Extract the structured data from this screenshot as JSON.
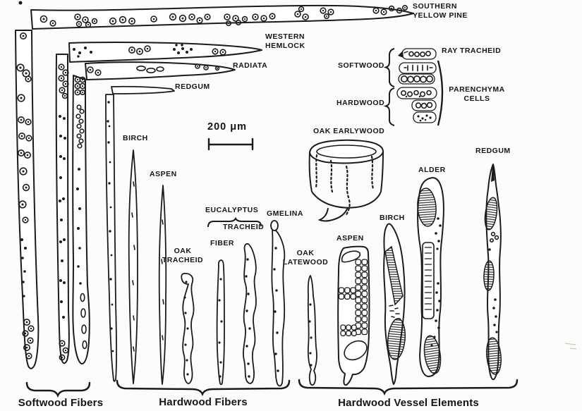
{
  "scale_bar": {
    "label": "200 μm"
  },
  "groups": {
    "softwood_fibers": "Softwood Fibers",
    "hardwood_fibers": "Hardwood Fibers",
    "hardwood_vessel_elements": "Hardwood Vessel Elements"
  },
  "softwood": {
    "southern_yellow_pine": "SOUTHERN\nYELLOW PINE",
    "western_hemlock": "WESTERN\nHEMLOCK",
    "radiata": "RADIATA"
  },
  "hardwood": {
    "redgum": "REDGUM",
    "birch": "BIRCH",
    "aspen": "ASPEN",
    "oak_tracheid": "OAK\nTRACHEID",
    "eucalyptus": "EUCALYPTUS",
    "eucalyptus_fiber": "FIBER",
    "eucalyptus_tracheid": "TRACHEID",
    "gmelina": "GMELINA"
  },
  "vessels": {
    "oak_earlywood": "OAK EARLYWOOD",
    "oak_latewood": "OAK\nLATEWOOD",
    "aspen": "ASPEN",
    "birch": "BIRCH",
    "alder": "ALDER",
    "redgum": "REDGUM"
  },
  "cell_inset": {
    "softwood_label": "SOFTWOOD",
    "hardwood_label": "HARDWOOD",
    "ray_tracheid": "RAY TRACHEID",
    "parenchyma_cells": "PARENCHYMA\nCELLS"
  },
  "ink_color": "#1b1b1b",
  "background_color": "#fcfcfa"
}
